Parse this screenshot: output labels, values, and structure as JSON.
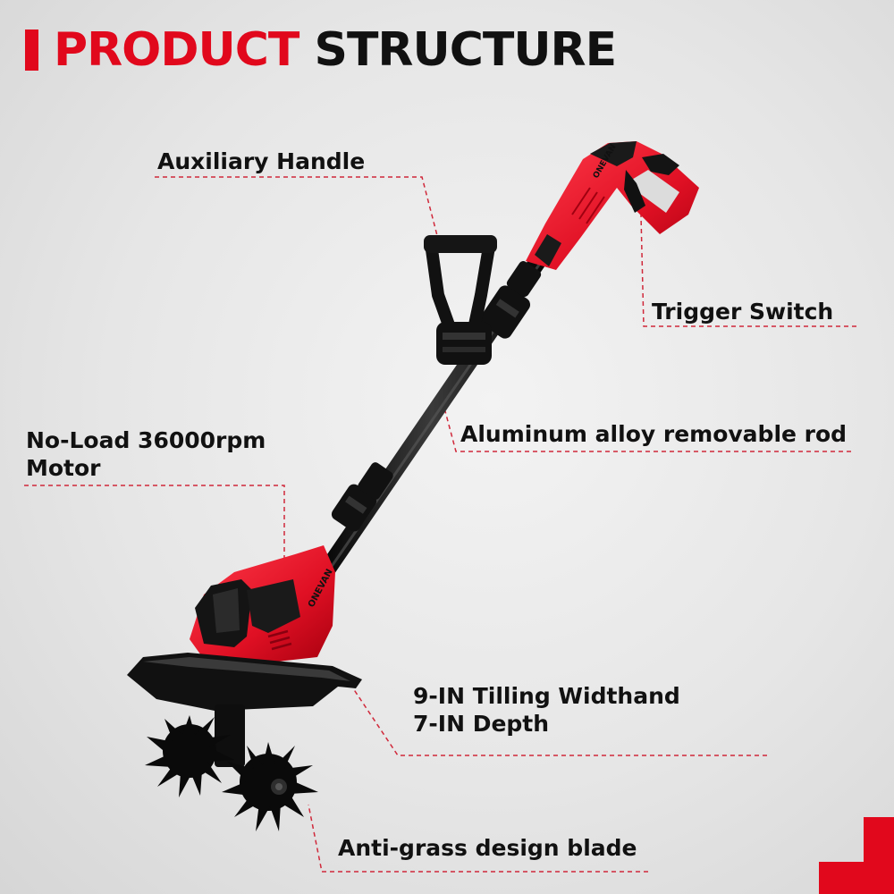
{
  "heading": {
    "word1": "PRODUCT",
    "word2": "STRUCTURE"
  },
  "brand": {
    "logo_text": "ONEVAN"
  },
  "callouts": {
    "auxiliary_handle": "Auxiliary Handle",
    "trigger_switch": "Trigger Switch",
    "rod": "Aluminum alloy removable rod",
    "motor_line1": "No-Load 36000rpm",
    "motor_line2": "Motor",
    "tilling_line1": "9-IN Tilling Widthand",
    "tilling_line2": "7-IN Depth",
    "blade": "Anti-grass design blade"
  },
  "colors": {
    "accent": "#e1081c",
    "text": "#111111",
    "background": "#e6e6e6",
    "leader_line": "#d0283a"
  }
}
